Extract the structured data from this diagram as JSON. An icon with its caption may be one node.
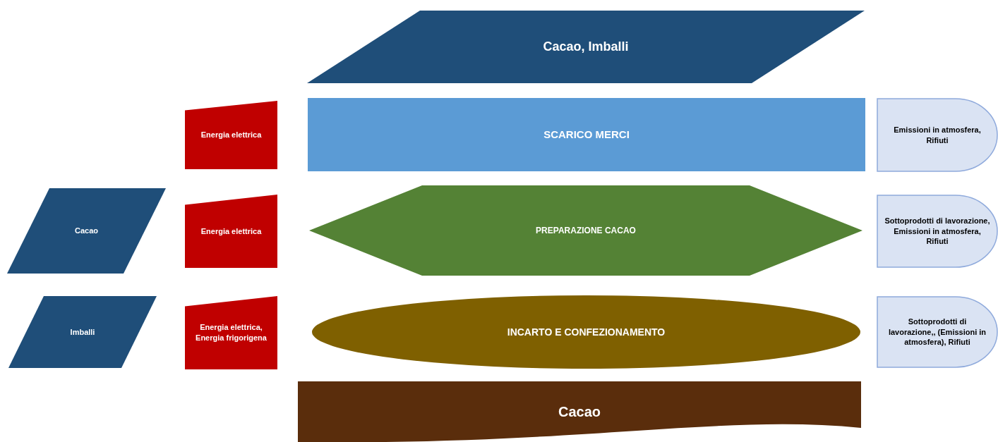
{
  "diagram": {
    "nodes": [
      {
        "text": [
          "Cacao, Imballi"
        ]
      },
      {
        "text": [
          "Energia elettrica"
        ]
      },
      {
        "text": [
          "SCARICO MERCI"
        ]
      },
      {
        "text": [
          "Emissioni in atmosfera, Rifiuti"
        ]
      },
      {
        "text": [
          "Cacao"
        ]
      },
      {
        "text": [
          "Energia elettrica"
        ]
      },
      {
        "text": [
          "PREPARAZIONE CACAO"
        ]
      },
      {
        "text": [
          "Sottoprodotti di lavorazione, Emissioni in atmosfera, Rifiuti"
        ]
      },
      {
        "text": [
          "Imballi"
        ]
      },
      {
        "text": [
          "Energia elettrica, Energia frigorigena"
        ]
      },
      {
        "text": [
          "INCARTO E CONFEZIONAMENTO"
        ]
      },
      {
        "text": [
          "Sottoprodotti di lavorazione,, (Emissioni in atmosfera), Rifiuti"
        ]
      },
      {
        "text": [
          "Cacao"
        ]
      }
    ]
  }
}
